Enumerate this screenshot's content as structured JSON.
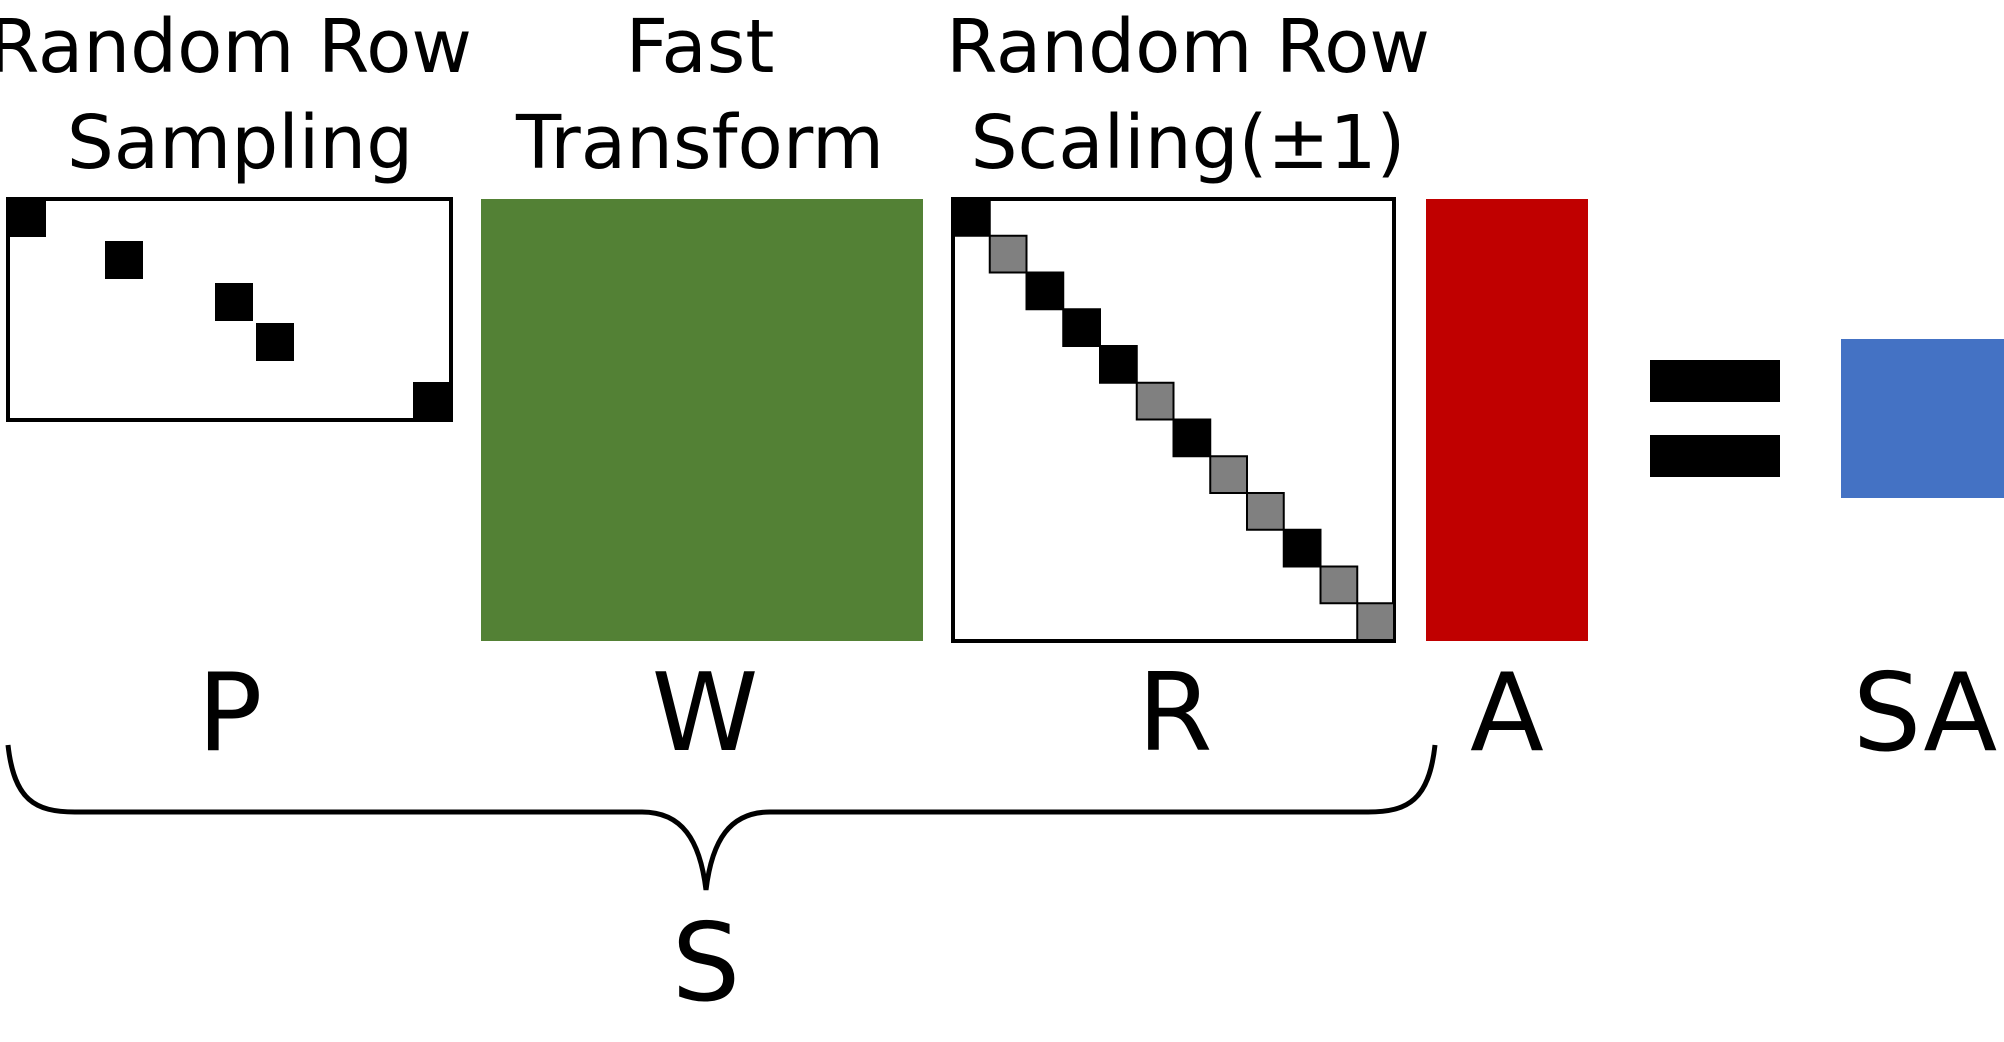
{
  "labels": {
    "sampling_line1": "Random Row",
    "sampling_line2": "Sampling",
    "transform_line1": "Fast",
    "transform_line2": "Transform",
    "scaling_line1": "Random Row",
    "scaling_line2": "Scaling(±1)"
  },
  "matrices": {
    "p": {
      "symbol": "P",
      "fill": "#ffffff"
    },
    "w": {
      "symbol": "W",
      "color": "#538135"
    },
    "r": {
      "symbol": "R",
      "fill": "#ffffff",
      "minus_cell_color": "#808080",
      "plus_cell_color": "#000000"
    },
    "a": {
      "symbol": "A",
      "color": "#C00000"
    },
    "sa": {
      "symbol": "SA",
      "color": "#4472C4"
    }
  },
  "equals_sign": "=",
  "brace_label": "S"
}
